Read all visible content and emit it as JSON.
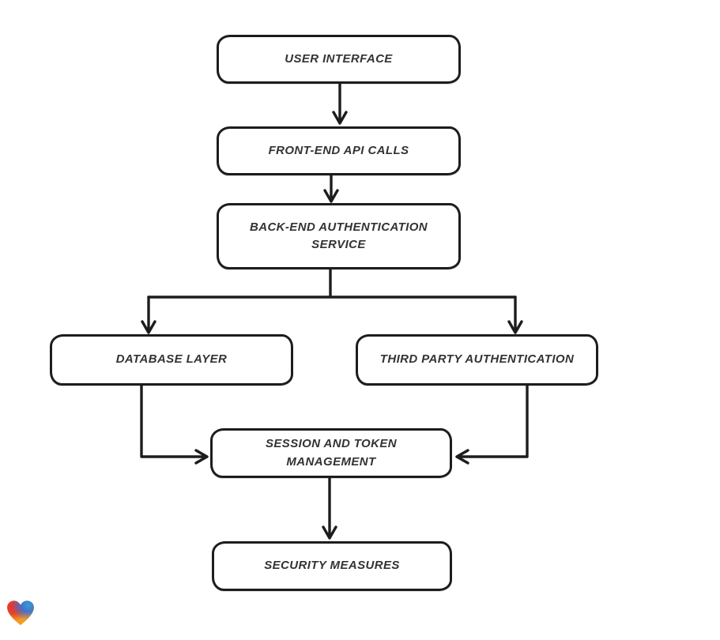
{
  "canvas": {
    "background": "#ffffff",
    "stroke_color": "#1d1d1d",
    "text_color": "#333333",
    "style": "hand-drawn flowchart"
  },
  "diagram": {
    "type": "flowchart",
    "direction": "top-down",
    "nodes": [
      {
        "id": "user-interface",
        "label": "USER INTERFACE"
      },
      {
        "id": "frontend-api-calls",
        "label": "FRONT-END API CALLS"
      },
      {
        "id": "backend-auth",
        "label": "BACK-END AUTHENTICATION SERVICE"
      },
      {
        "id": "database-layer",
        "label": "DATABASE LAYER"
      },
      {
        "id": "third-party-auth",
        "label": "THIRD PARTY AUTHENTICATION"
      },
      {
        "id": "session-token",
        "label": "SESSION AND TOKEN MANAGEMENT"
      },
      {
        "id": "security-measures",
        "label": "SECURITY MEASURES"
      }
    ],
    "edges": [
      {
        "from": "user-interface",
        "to": "frontend-api-calls"
      },
      {
        "from": "frontend-api-calls",
        "to": "backend-auth"
      },
      {
        "from": "backend-auth",
        "to": "database-layer"
      },
      {
        "from": "backend-auth",
        "to": "third-party-auth"
      },
      {
        "from": "database-layer",
        "to": "session-token"
      },
      {
        "from": "third-party-auth",
        "to": "session-token"
      },
      {
        "from": "session-token",
        "to": "security-measures"
      }
    ]
  },
  "branding": {
    "logo": "gradient-heart",
    "colors": {
      "red": "#e4342f",
      "blue": "#3a6fd8",
      "teal": "#2f9fd8",
      "orange": "#f49b1f"
    }
  }
}
